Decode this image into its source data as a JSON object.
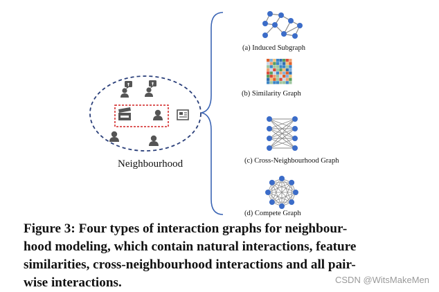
{
  "figure": {
    "neighbourhood_label": "Neighbourhood",
    "panels": [
      {
        "id": "a",
        "label": "(a) Induced Subgraph",
        "icon": "induced-subgraph-icon"
      },
      {
        "id": "b",
        "label": "(b) Similarity Graph",
        "icon": "similarity-heatmap-icon"
      },
      {
        "id": "c",
        "label": "(c) Cross-Neighbourhood Graph",
        "icon": "bipartite-graph-icon"
      },
      {
        "id": "d",
        "label": "(d) Compete Graph",
        "icon": "complete-graph-icon"
      }
    ],
    "colors": {
      "node": "#3b6cc8",
      "dashed_ellipse": "#2a3f7a",
      "selection_box": "#d02020",
      "person_icon": "#555555",
      "brace": "#3a64b4"
    }
  },
  "caption": {
    "lines": [
      "Figure 3: Four types of interaction graphs for neighbour-",
      "hood modeling, which contain natural interactions, feature",
      "similarities, cross-neighbourhood interactions and all pair-",
      "wise interactions."
    ]
  },
  "watermark": "CSDN @WitsMakeMen"
}
